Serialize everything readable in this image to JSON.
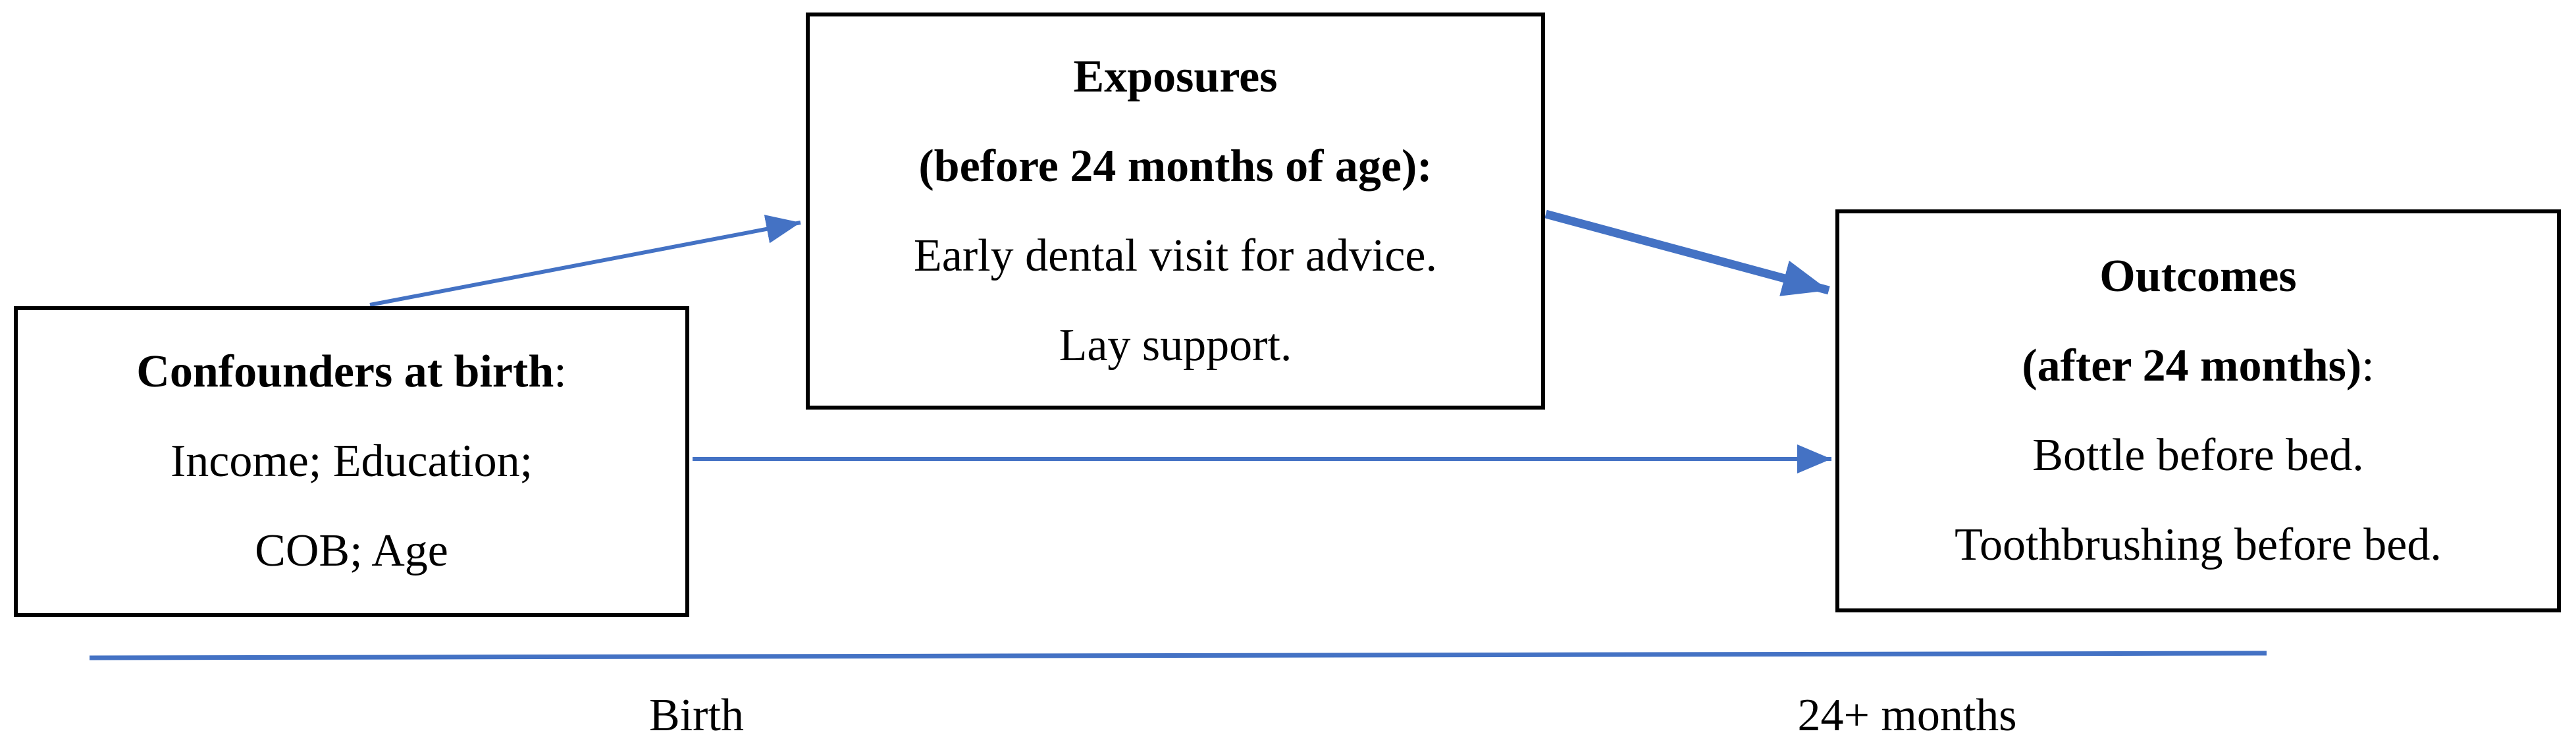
{
  "colors": {
    "arrow_blue": "#4472C4",
    "box_border": "#000000",
    "text": "#000000",
    "background": "#FFFFFF"
  },
  "boxes": {
    "confounders": {
      "title": "Confounders at birth",
      "title_suffix": ":",
      "items": [
        "Income; Education;",
        "COB; Age"
      ]
    },
    "exposures": {
      "title": "Exposures",
      "subtitle": "(before 24 months of age):",
      "items": [
        "Early dental visit for advice.",
        "Lay support."
      ]
    },
    "outcomes": {
      "title": "Outcomes",
      "subtitle": "(after 24 months)",
      "subtitle_suffix": ":",
      "items": [
        "Bottle before bed.",
        "Toothbrushing before bed."
      ]
    }
  },
  "edges": [
    {
      "from": "Confounders at birth",
      "to": "Exposures",
      "weight": "thin"
    },
    {
      "from": "Exposures",
      "to": "Outcomes",
      "weight": "thick"
    },
    {
      "from": "Confounders at birth",
      "to": "Outcomes",
      "weight": "thin"
    }
  ],
  "timeline": {
    "left_label": "Birth",
    "right_label": "24+ months"
  }
}
